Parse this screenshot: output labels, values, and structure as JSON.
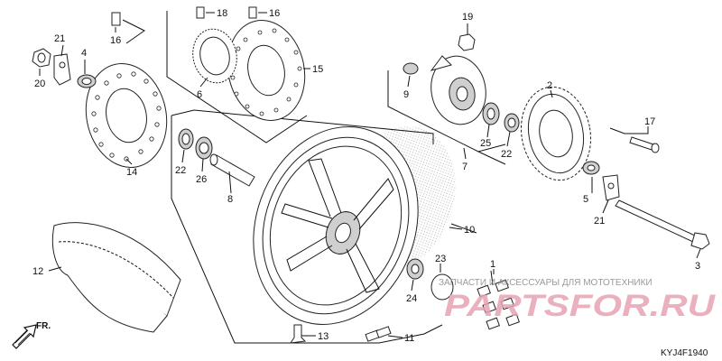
{
  "diagram_code": "KYJ4F1940",
  "front_arrow_label": "FR.",
  "watermark": {
    "caption": "ЗАПЧАСТИ И АКСЕССУАРЫ ДЛЯ МОТОТЕХНИКИ",
    "logo_text": "PARTSFOR.RU"
  },
  "callouts": {
    "p1": "1",
    "p2": "2",
    "p3": "3",
    "p4": "4",
    "p5": "5",
    "p6": "6",
    "p7": "7",
    "p8": "8",
    "p9": "9",
    "p10": "10",
    "p11": "11",
    "p12": "12",
    "p13": "13",
    "p14": "14",
    "p15": "15",
    "p16a": "16",
    "p16b": "16",
    "p17": "17",
    "p18": "18",
    "p19": "19",
    "p20": "20",
    "p21a": "21",
    "p21b": "21",
    "p22a": "22",
    "p22b": "22",
    "p23": "23",
    "p24": "24",
    "p25": "25",
    "p26": "26"
  }
}
